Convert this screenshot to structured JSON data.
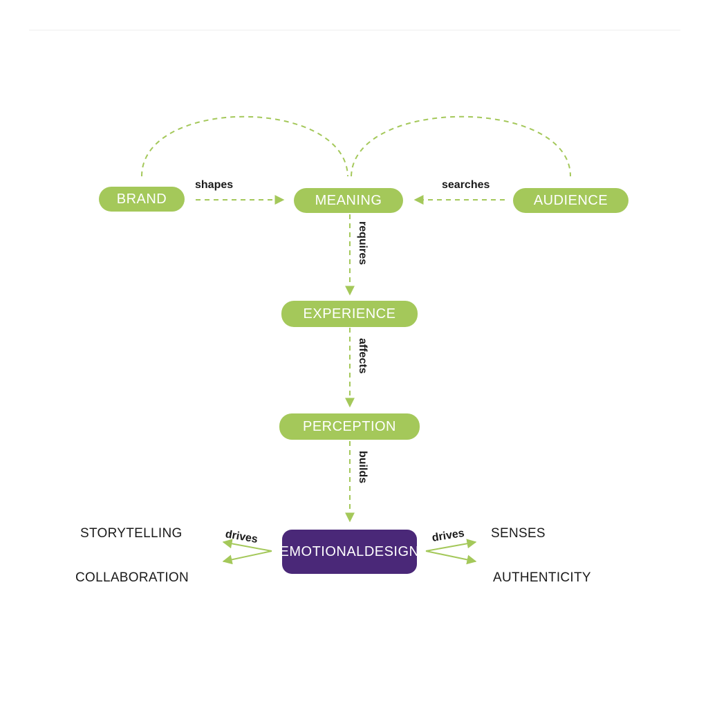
{
  "nodes": {
    "brand": "BRAND",
    "meaning": "MEANING",
    "audience": "AUDIENCE",
    "experience": "EXPERIENCE",
    "perception": "PERCEPTION",
    "emotional_design": [
      "EMOTIONAL",
      "DESIGN"
    ]
  },
  "relations": {
    "shapes": "shapes",
    "searches": "searches",
    "requires": "requires",
    "affects": "affects",
    "builds": "builds",
    "drives_left": "drives",
    "drives_right": "drives"
  },
  "outcomes": {
    "storytelling": "STORYTELLING",
    "collaboration": "COLLABORATION",
    "senses": "SENSES",
    "authenticity": "AUTHENTICITY"
  },
  "colors": {
    "node_green": "#a4c85a",
    "node_purple": "#4a2878",
    "arrow_green": "#a4c85a",
    "text": "#1a1a1a"
  }
}
